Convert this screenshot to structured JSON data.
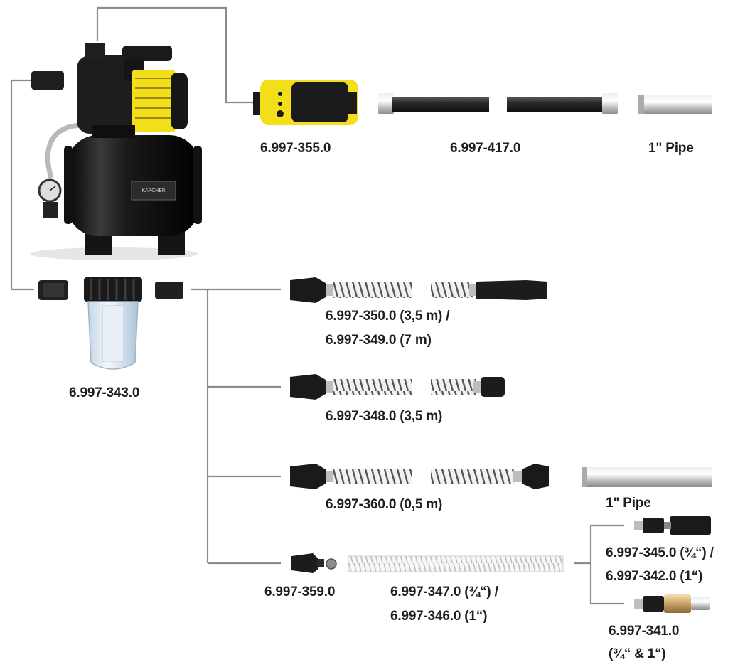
{
  "labels": {
    "flow_controller": "6.997-355.0",
    "pressure_hose": "6.997-417.0",
    "pipe_top": "1\" Pipe",
    "prefilter": "6.997-343.0",
    "suction_set_1_line1": "6.997-350.0 (3,5 m) /",
    "suction_set_1_line2": "6.997-349.0 (7 m)",
    "suction_set_2": "6.997-348.0 (3,5 m)",
    "suction_set_3": "6.997-360.0 (0,5 m)",
    "pipe_mid": "1\" Pipe",
    "adapter": "6.997-359.0",
    "spiral_hose_line1": "6.997-347.0 (¾“) /",
    "spiral_hose_line2": "6.997-346.0 (1“)",
    "connector_line1": "6.997-345.0 (¾“) /",
    "connector_line2": "6.997-342.0 (1“)",
    "filter_valve_line1": "6.997-341.0",
    "filter_valve_line2": "(¾“ & 1“)"
  },
  "colors": {
    "connector_line": "#8c8c8c",
    "brand_yellow": "#f2df1a",
    "pump_black": "#1b1b1b",
    "hose_black": "#2a2a2a",
    "steel": "#c9c9c9",
    "clear_bowl": "#d8e6f2",
    "label_text": "#1e1e1e"
  }
}
